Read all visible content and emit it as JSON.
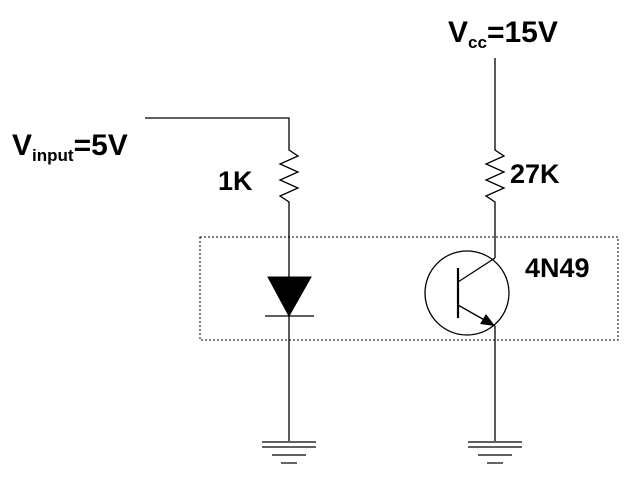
{
  "vinput": {
    "symbol": "V",
    "subscript": "input",
    "value": "=5V"
  },
  "vcc": {
    "symbol": "V",
    "subscript": "cc",
    "value": "=15V"
  },
  "resistor_input": {
    "label": "1K"
  },
  "resistor_collector": {
    "label": "27K"
  },
  "optocoupler": {
    "label": "4N49"
  }
}
